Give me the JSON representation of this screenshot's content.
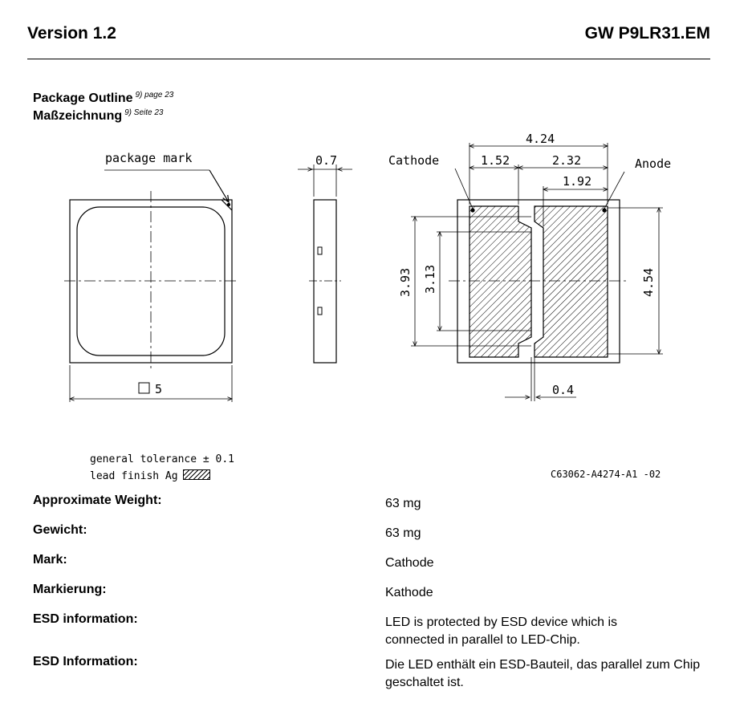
{
  "header": {
    "version": "Version 1.2",
    "part": "GW P9LR31.EM"
  },
  "outline": {
    "title_en": "Package Outline",
    "ref_en": "9) page 23",
    "title_de": "Maßzeichnung",
    "ref_de": "9) Seite 23"
  },
  "drawing": {
    "package_mark": "package mark",
    "side_thickness": "0.7",
    "size": "5",
    "cathode": "Cathode",
    "anode": "Anode",
    "width_total": "4.24",
    "width_cathode": "1.52",
    "width_anode": "2.32",
    "width_inner": "1.92",
    "height_cathode_outer": "3.93",
    "height_cathode_inner": "3.13",
    "height_anode": "4.54",
    "gap": "0.4",
    "tolerance": "general tolerance ± 0.1",
    "lead_finish": "lead finish Ag",
    "drawing_code": "C63062-A4274-A1 -02"
  },
  "specs": [
    {
      "label": "Approximate Weight:",
      "value": "63 mg"
    },
    {
      "label": "Gewicht:",
      "value": "63 mg"
    },
    {
      "label": "Mark:",
      "value": "Cathode"
    },
    {
      "label": "Markierung:",
      "value": "Kathode"
    },
    {
      "label": "ESD information:",
      "value": "LED is protected by ESD device which is connected in parallel to LED-Chip."
    },
    {
      "label": "ESD Information:",
      "value": "Die LED enthält ein ESD-Bauteil, das parallel zum Chip geschaltet ist."
    }
  ]
}
